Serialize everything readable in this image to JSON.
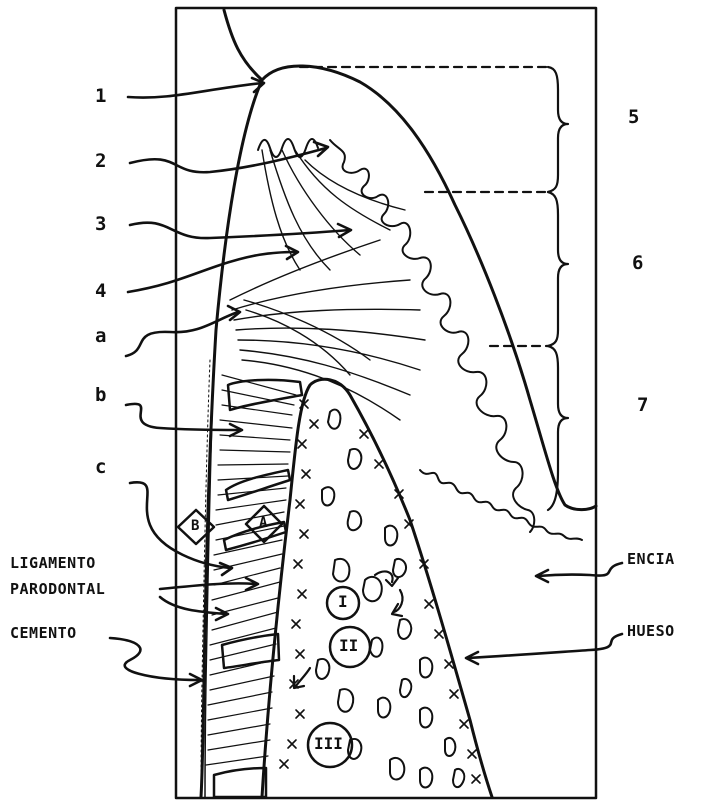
{
  "labels": {
    "n1": "1",
    "n2": "2",
    "n3": "3",
    "n4": "4",
    "n5": "5",
    "n6": "6",
    "n7": "7",
    "a": "a",
    "b": "b",
    "c": "c",
    "ligamento": "LIGAMENTO",
    "parodontal": "PARODONTAL",
    "cemento": "CEMENTO",
    "encia": "ENCIA",
    "hueso": "HUESO",
    "box_a": "A",
    "box_b": "B",
    "circle_1": "I",
    "circle_2": "II",
    "circle_3": "III"
  },
  "colors": {
    "ink": "#111111",
    "paper": "#ffffff"
  }
}
